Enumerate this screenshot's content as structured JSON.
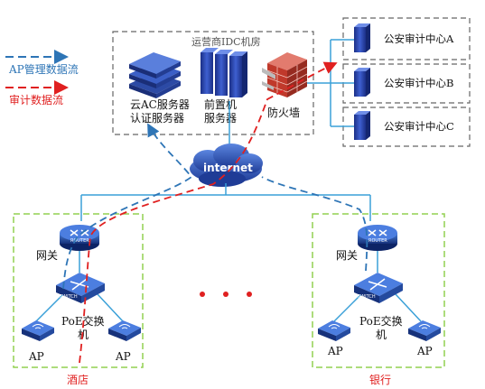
{
  "legend": {
    "ap_flow": "AP管理数据流",
    "audit_flow": "审计数据流"
  },
  "idc": {
    "title": "运营商IDC机房",
    "cloud_ac_line1": "云AC服务器",
    "cloud_ac_line2": "认证服务器",
    "front_line1": "前置机",
    "front_line2": "服务器",
    "firewall": "防火墙"
  },
  "audit_centers": [
    "公安审计中心A",
    "公安审计中心B",
    "公安审计中心C"
  ],
  "internet": "internet",
  "left_site": {
    "gateway": "网关",
    "router_tag": "ROUTER",
    "switch_tag": "SWITCH",
    "switch_line1": "PoE交换",
    "switch_line2": "机",
    "ap_left": "AP",
    "ap_right": "AP",
    "name": "酒店"
  },
  "right_site": {
    "gateway": "网关",
    "router_tag": "ROUTER",
    "switch_tag": "SWITCH",
    "switch_line1": "PoE交换",
    "switch_line2": "机",
    "ap_left": "AP",
    "ap_right": "AP",
    "name": "银行"
  },
  "colors": {
    "ap_flow": "#2e75b6",
    "audit_flow": "#e02020",
    "links": "#3aa0d8",
    "site_border": "#92d050",
    "device_blue": "#2f4fa8",
    "site_name": "#e02020"
  }
}
